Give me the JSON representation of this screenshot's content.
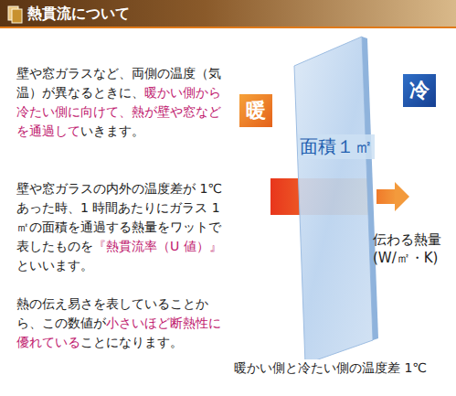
{
  "diagram": {
    "title": "熱貫流について",
    "nodes": [
      {
        "text": [
          "暖"
        ]
      },
      {
        "text": [
          "冷"
        ]
      }
    ],
    "labels": [
      "壁や窓ガラスなど、両側の温度（気温）が異なるときに、",
      "暖かい側から冷たい側に向けて、熱が壁や窓などを通過して",
      "いきます。",
      "壁や窓ガラスの内外の温度差が 1℃あった時、1 時間あたりにガラス 1 ㎡の面積を通過する熱量をワットで表したものを",
      "『熱貫流率（U 値）』",
      "といいます。",
      "熱の伝え易さを表していることから、この数値が",
      "小さいほど断熱性に優れている",
      "ことになります。",
      "面積１㎡",
      "伝わる熱量 (W/㎡・K)",
      "暖かい側と冷たい側の温度差 1℃"
    ]
  }
}
